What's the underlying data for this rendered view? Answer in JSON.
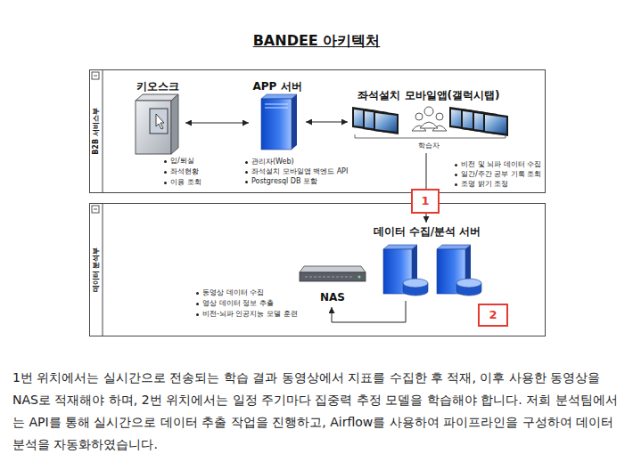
{
  "diagram": {
    "title": "BANDEE 아키텍처",
    "caption": "1번 위치에서는 실시간으로 전송되는 학습 결과 동영상에서 지표를 수집한 후 적재, 이후 사용한 동영상을 NAS로 적재해야 하며, 2번 위치에서는 일정 주기마다 집중력 추정 모델을 학습해야 합니다. 저희 분석팀에서는 API를 통해 실시간으로 데이터 추출 작업을 진행하고, Airflow를 사용하여 파이프라인을 구성하여 데이터 분석을 자동화하였습니다.",
    "nodes": [
      {
        "text": [
          "B2B 서비스부"
        ]
      },
      {
        "text": [
          "키오스크",
          "입/퇴실",
          "좌석현황",
          "이용 조회"
        ],
        "in": 0
      },
      {
        "text": [
          "APP 서버",
          "관리자(Web)",
          "좌석설치 모바일앱 백엔드 API",
          "Postgresql DB 포함"
        ],
        "in": 0
      },
      {
        "text": [
          "좌석설치 모바일앱(갤럭시탭)",
          "학습자",
          "비전 및 뇌파 데이터 수집",
          "일간/주간 공부 기록 조회",
          "조명 밝기 조정"
        ],
        "in": 0
      },
      {
        "text": [
          "데이터 분석부"
        ]
      },
      {
        "text": [
          "데이터 수집/분석 서버"
        ],
        "in": 4
      },
      {
        "text": [
          "NAS"
        ],
        "in": 4
      }
    ],
    "edges": [
      {
        "from": 1,
        "to": 2,
        "arrow": "both"
      },
      {
        "from": 2,
        "to": 3,
        "arrow": "both"
      },
      {
        "from": 3,
        "to": 5,
        "arrow": "to"
      },
      {
        "from": 5,
        "to": 6,
        "arrow": "to"
      }
    ],
    "labels": [
      "1",
      "2",
      "동영상 데이터 수집",
      "영상 데이터 정보 추출",
      "비전-뇌파 인공지능 모델 훈련"
    ]
  }
}
